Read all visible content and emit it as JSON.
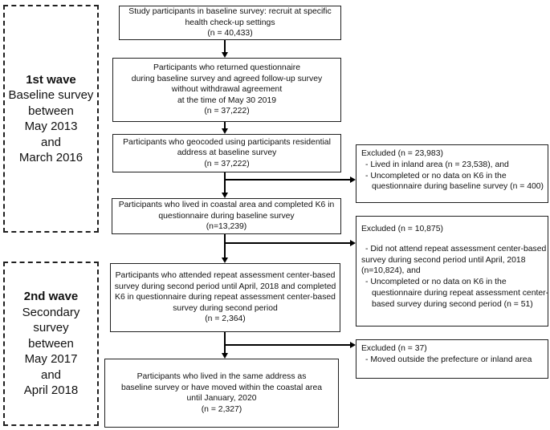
{
  "diagram_title": "Participant flow diagram",
  "colors": {
    "line": "#000000",
    "border": "#1f1f1f",
    "background": "#ffffff",
    "text": "#111111"
  },
  "waves": [
    {
      "title": "1st wave",
      "lines": [
        "Baseline survey",
        "between",
        "May 2013",
        "and",
        "March 2016"
      ]
    },
    {
      "title": "2nd wave",
      "lines": [
        "Secondary",
        "survey",
        "between",
        "May 2017",
        "and",
        "April 2018"
      ]
    }
  ],
  "flow_boxes": [
    {
      "n": "40,433",
      "lines": [
        "Study participants in baseline survey: recruit at specific",
        "health check-up settings",
        "(n = 40,433)"
      ]
    },
    {
      "n": "37,222",
      "lines": [
        "Participants who returned questionnaire",
        "during baseline survey and agreed follow-up survey",
        "without withdrawal agreement",
        "at the time of May 30 2019",
        "(n = 37,222)"
      ]
    },
    {
      "n": "37,222",
      "lines": [
        "Participants who geocoded using participants residential",
        "address at baseline survey",
        "(n = 37,222)"
      ]
    },
    {
      "n": "13,239",
      "lines": [
        "Participants who lived in coastal area and completed K6 in",
        "questionnaire during baseline survey",
        "(n=13,239)"
      ]
    },
    {
      "n": "2,364",
      "lines": [
        "Participants who attended repeat assessment center-based",
        "survey during second period until April, 2018 and completed",
        "K6 in questionnaire during repeat assessment center-based",
        "survey during second period",
        "(n = 2,364)"
      ]
    },
    {
      "n": "2,327",
      "lines": [
        "Participants who lived in the same address as",
        "baseline survey or have moved within the coastal area",
        "until January, 2020",
        "(n = 2,327)"
      ]
    }
  ],
  "excluded_boxes": [
    {
      "title": "Excluded (n = 23,983)",
      "lines": [
        "- Lived in inland area (n = 23,538), and",
        "- Uncompleted or no data on K6 in the",
        "questionnaire during baseline survey (n = 400)"
      ]
    },
    {
      "title": "Excluded (n = 10,875)",
      "lines": [
        "- Did not attend repeat assessment center-based",
        "survey during second period until April, 2018",
        "(n=10,824), and",
        "- Uncompleted or no data on K6 in the",
        "questionnaire during repeat assessment center-",
        "based survey during second period (n = 51)"
      ]
    },
    {
      "title": "Excluded (n = 37)",
      "lines": [
        "- Moved outside the prefecture or inland area"
      ]
    }
  ]
}
